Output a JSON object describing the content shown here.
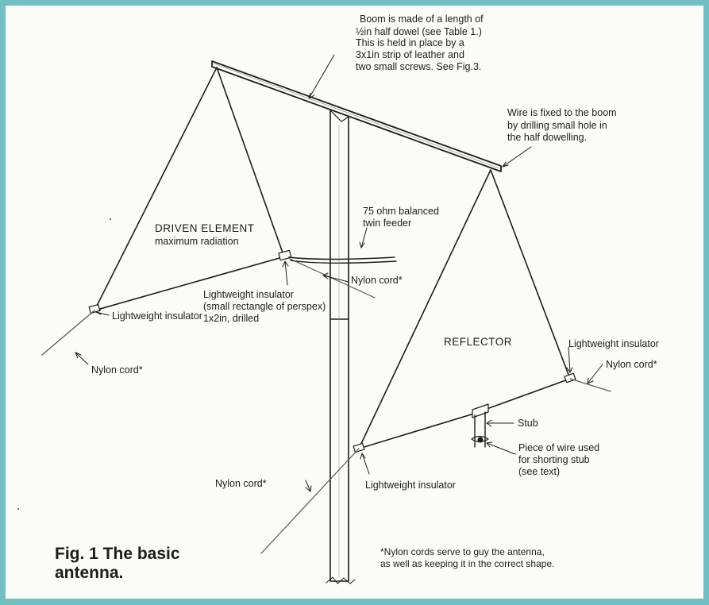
{
  "figure": {
    "caption_line1": "Fig. 1 The basic",
    "caption_line2": "antenna."
  },
  "labels": {
    "boom_note_1": "Boom is made of a length of",
    "boom_note_2": "½in half dowel (see Table 1.)",
    "boom_note_3": "This is held in place by a",
    "boom_note_4": "3x1in strip of leather and",
    "boom_note_5": "two small screws. See Fig.3.",
    "wire_note_1": "Wire is fixed to the boom",
    "wire_note_2": "by drilling small hole in",
    "wire_note_3": "the half dowelling.",
    "feeder_1": "75 ohm balanced",
    "feeder_2": "twin feeder",
    "driven_title": "DRIVEN ELEMENT",
    "driven_sub": "maximum radiation",
    "nylon_cord_center": "Nylon cord*",
    "insulator_center_1": "Lightweight insulator",
    "insulator_center_2": "(small rectangle of perspex)",
    "insulator_center_3": "1x2in, drilled",
    "insulator_left": "Lightweight insulator",
    "nylon_cord_left": "Nylon cord*",
    "reflector": "REFLECTOR",
    "insulator_right": "Lightweight insulator",
    "nylon_cord_right": "Nylon cord*",
    "stub": "Stub",
    "shorting_1": "Piece of wire used",
    "shorting_2": "for shorting stub",
    "shorting_3": "(see text)",
    "nylon_cord_bottom": "Nylon cord*",
    "insulator_bottom": "Lightweight insulator",
    "footnote_1": "*Nylon cords serve to guy the antenna,",
    "footnote_2": "as well as keeping it in the correct shape."
  },
  "colors": {
    "border": "#6fbfc3",
    "paper": "#fbfbf7",
    "ink": "#1c1c1c"
  }
}
